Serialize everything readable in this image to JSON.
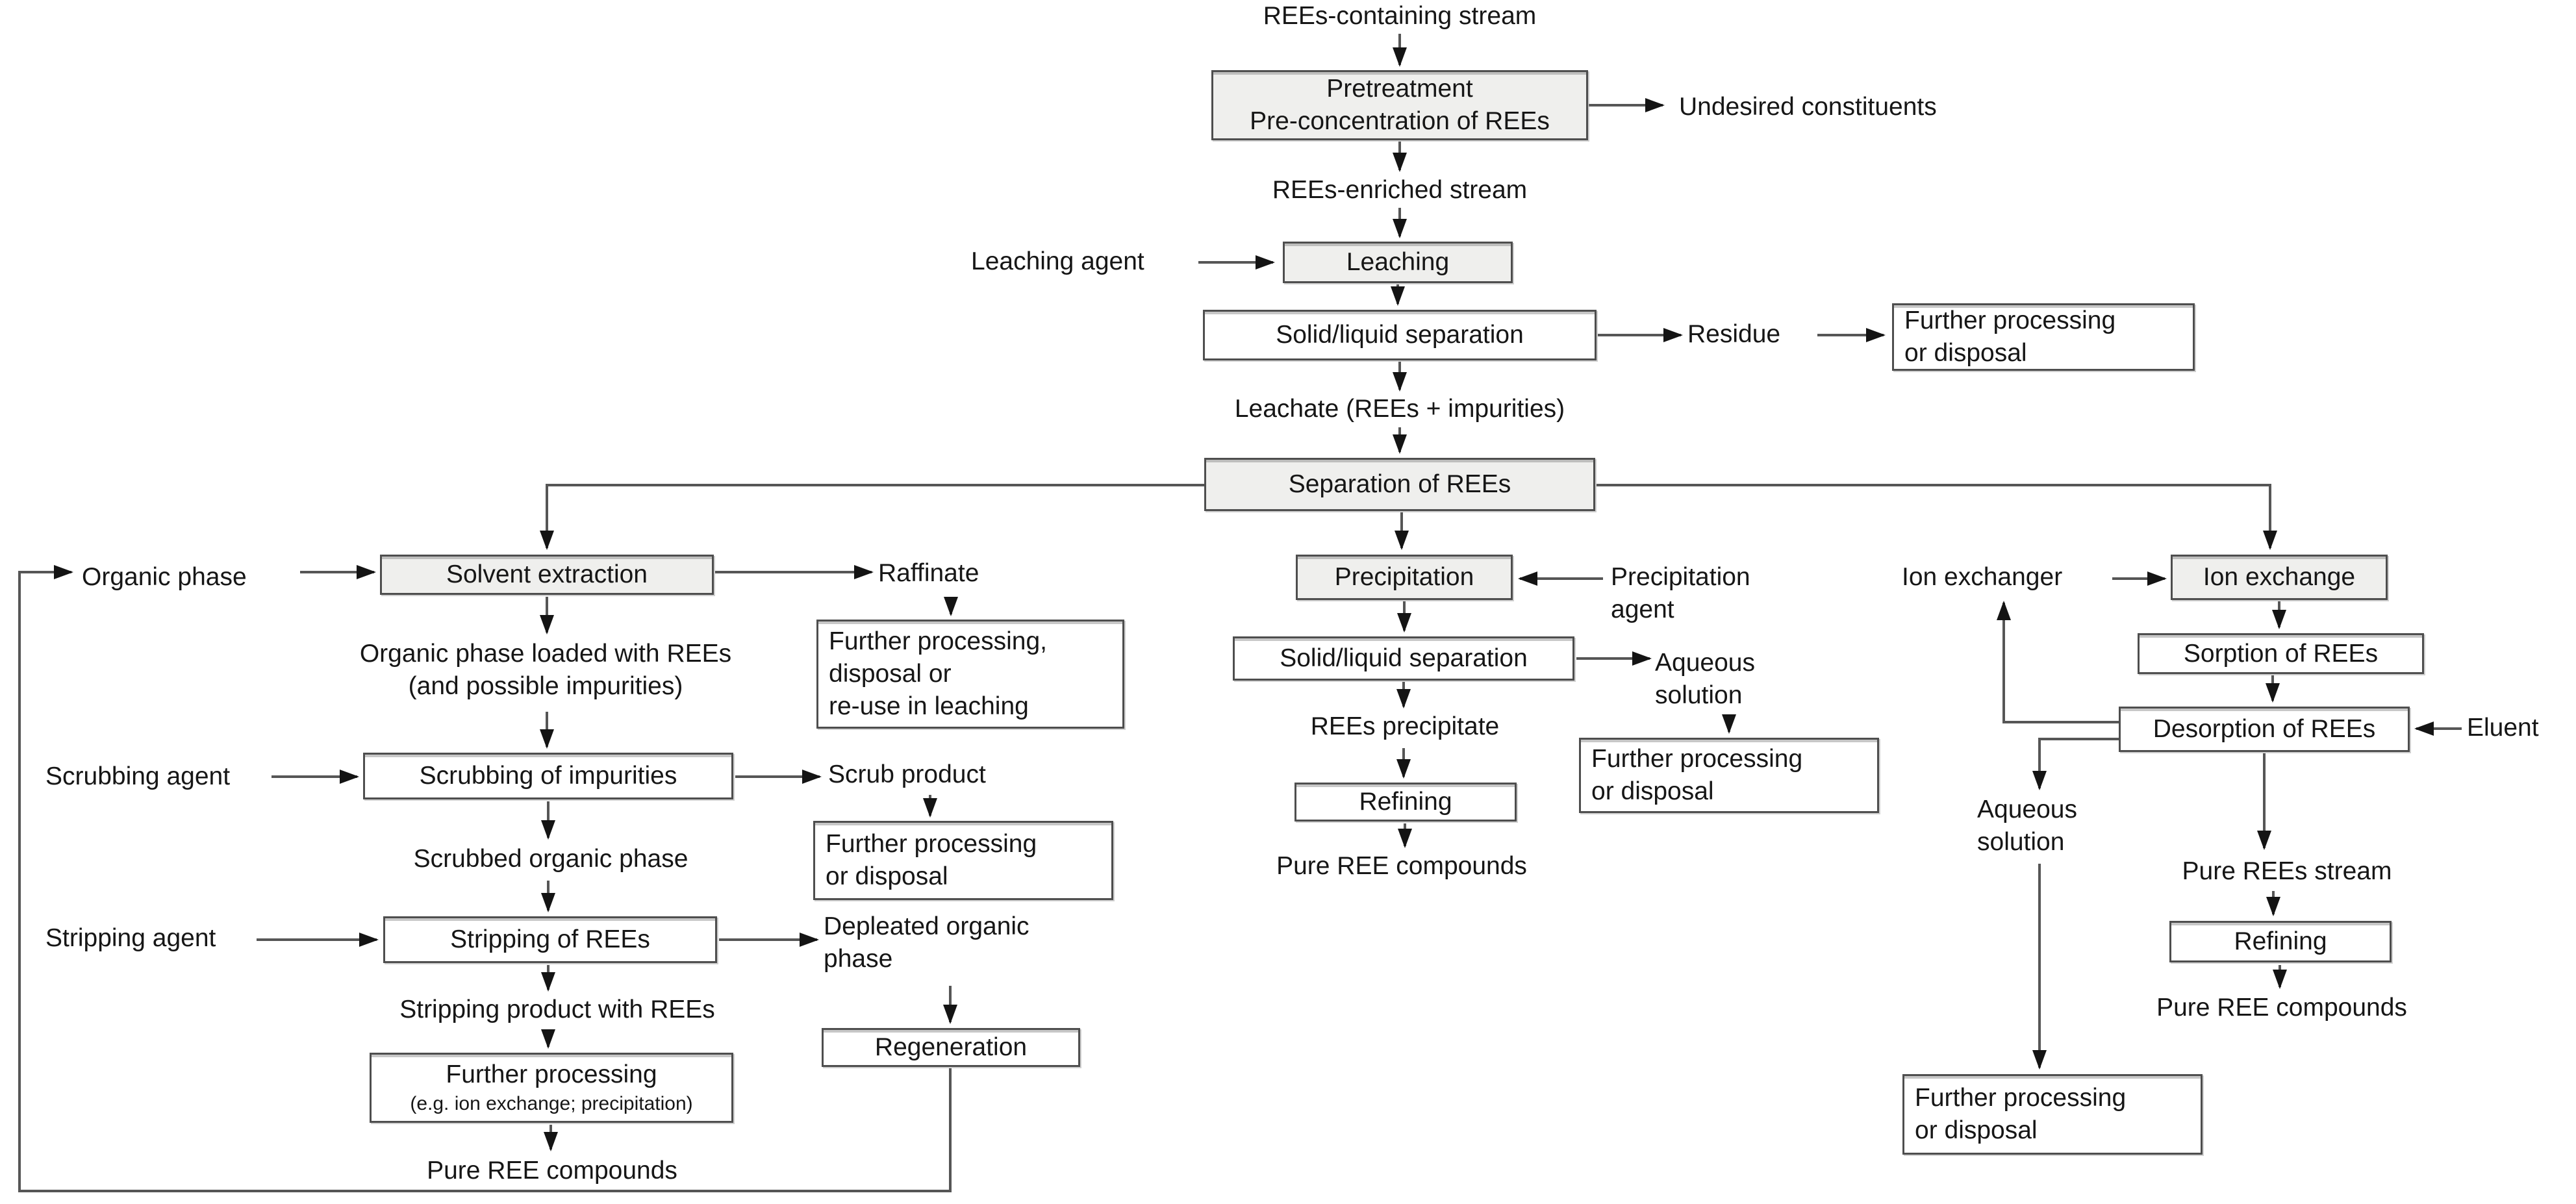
{
  "title": "REE recovery flowsheet",
  "colors": {
    "canvas_bg": "#ffffff",
    "box_fill_gray": "#efefed",
    "box_fill_white": "#ffffff",
    "box_border": "#4e4e4e",
    "line": "#565656",
    "arrow": "#141414",
    "text": "#161616"
  },
  "labels": {
    "rees_containing": "REEs-containing stream",
    "pretreatment_l1": "Pretreatment",
    "pretreatment_l2": "Pre-concentration of REEs",
    "undesired": "Undesired constituents",
    "rees_enriched": "REEs-enriched stream",
    "leaching_agent": "Leaching agent",
    "leaching": "Leaching",
    "sl_separation": "Solid/liquid separation",
    "residue": "Residue",
    "further_processing": "Further processing",
    "or_disposal": "or disposal",
    "leachate": "Leachate (REEs + impurities)",
    "separation": "Separation of REEs",
    "organic_phase": "Organic phase",
    "solvent_extraction": "Solvent extraction",
    "raffinate": "Raffinate",
    "fp_reuse_l1": "Further processing,",
    "fp_reuse_l2": "disposal or",
    "fp_reuse_l3": "re-use in leaching",
    "org_loaded_l1": "Organic phase loaded with REEs",
    "org_loaded_l2": "(and possible impurities)",
    "scrubbing_agent": "Scrubbing agent",
    "scrubbing": "Scrubbing of impurities",
    "scrub_product": "Scrub product",
    "scrubbed_org": "Scrubbed organic phase",
    "stripping_agent": "Stripping agent",
    "stripping": "Stripping of REEs",
    "depleated_l1": "Depleated organic",
    "depleated_l2": "phase",
    "stripping_product": "Stripping product with REEs",
    "fp_ion_l1": "Further processing",
    "fp_ion_l2": "(e.g. ion exchange; precipitation)",
    "regeneration": "Regeneration",
    "pure_ree_compounds": "Pure REE compounds",
    "precipitation": "Precipitation",
    "precip_agent_l1": "Precipitation",
    "precip_agent_l2": "agent",
    "aqueous_l1": "Aqueous",
    "aqueous_l2": "solution",
    "rees_precipitate": "REEs precipitate",
    "refining": "Refining",
    "ion_exchanger": "Ion exchanger",
    "ion_exchange": "Ion exchange",
    "sorption": "Sorption of REEs",
    "desorption": "Desorption of REEs",
    "eluent": "Eluent",
    "pure_rees_stream": "Pure REEs stream"
  }
}
